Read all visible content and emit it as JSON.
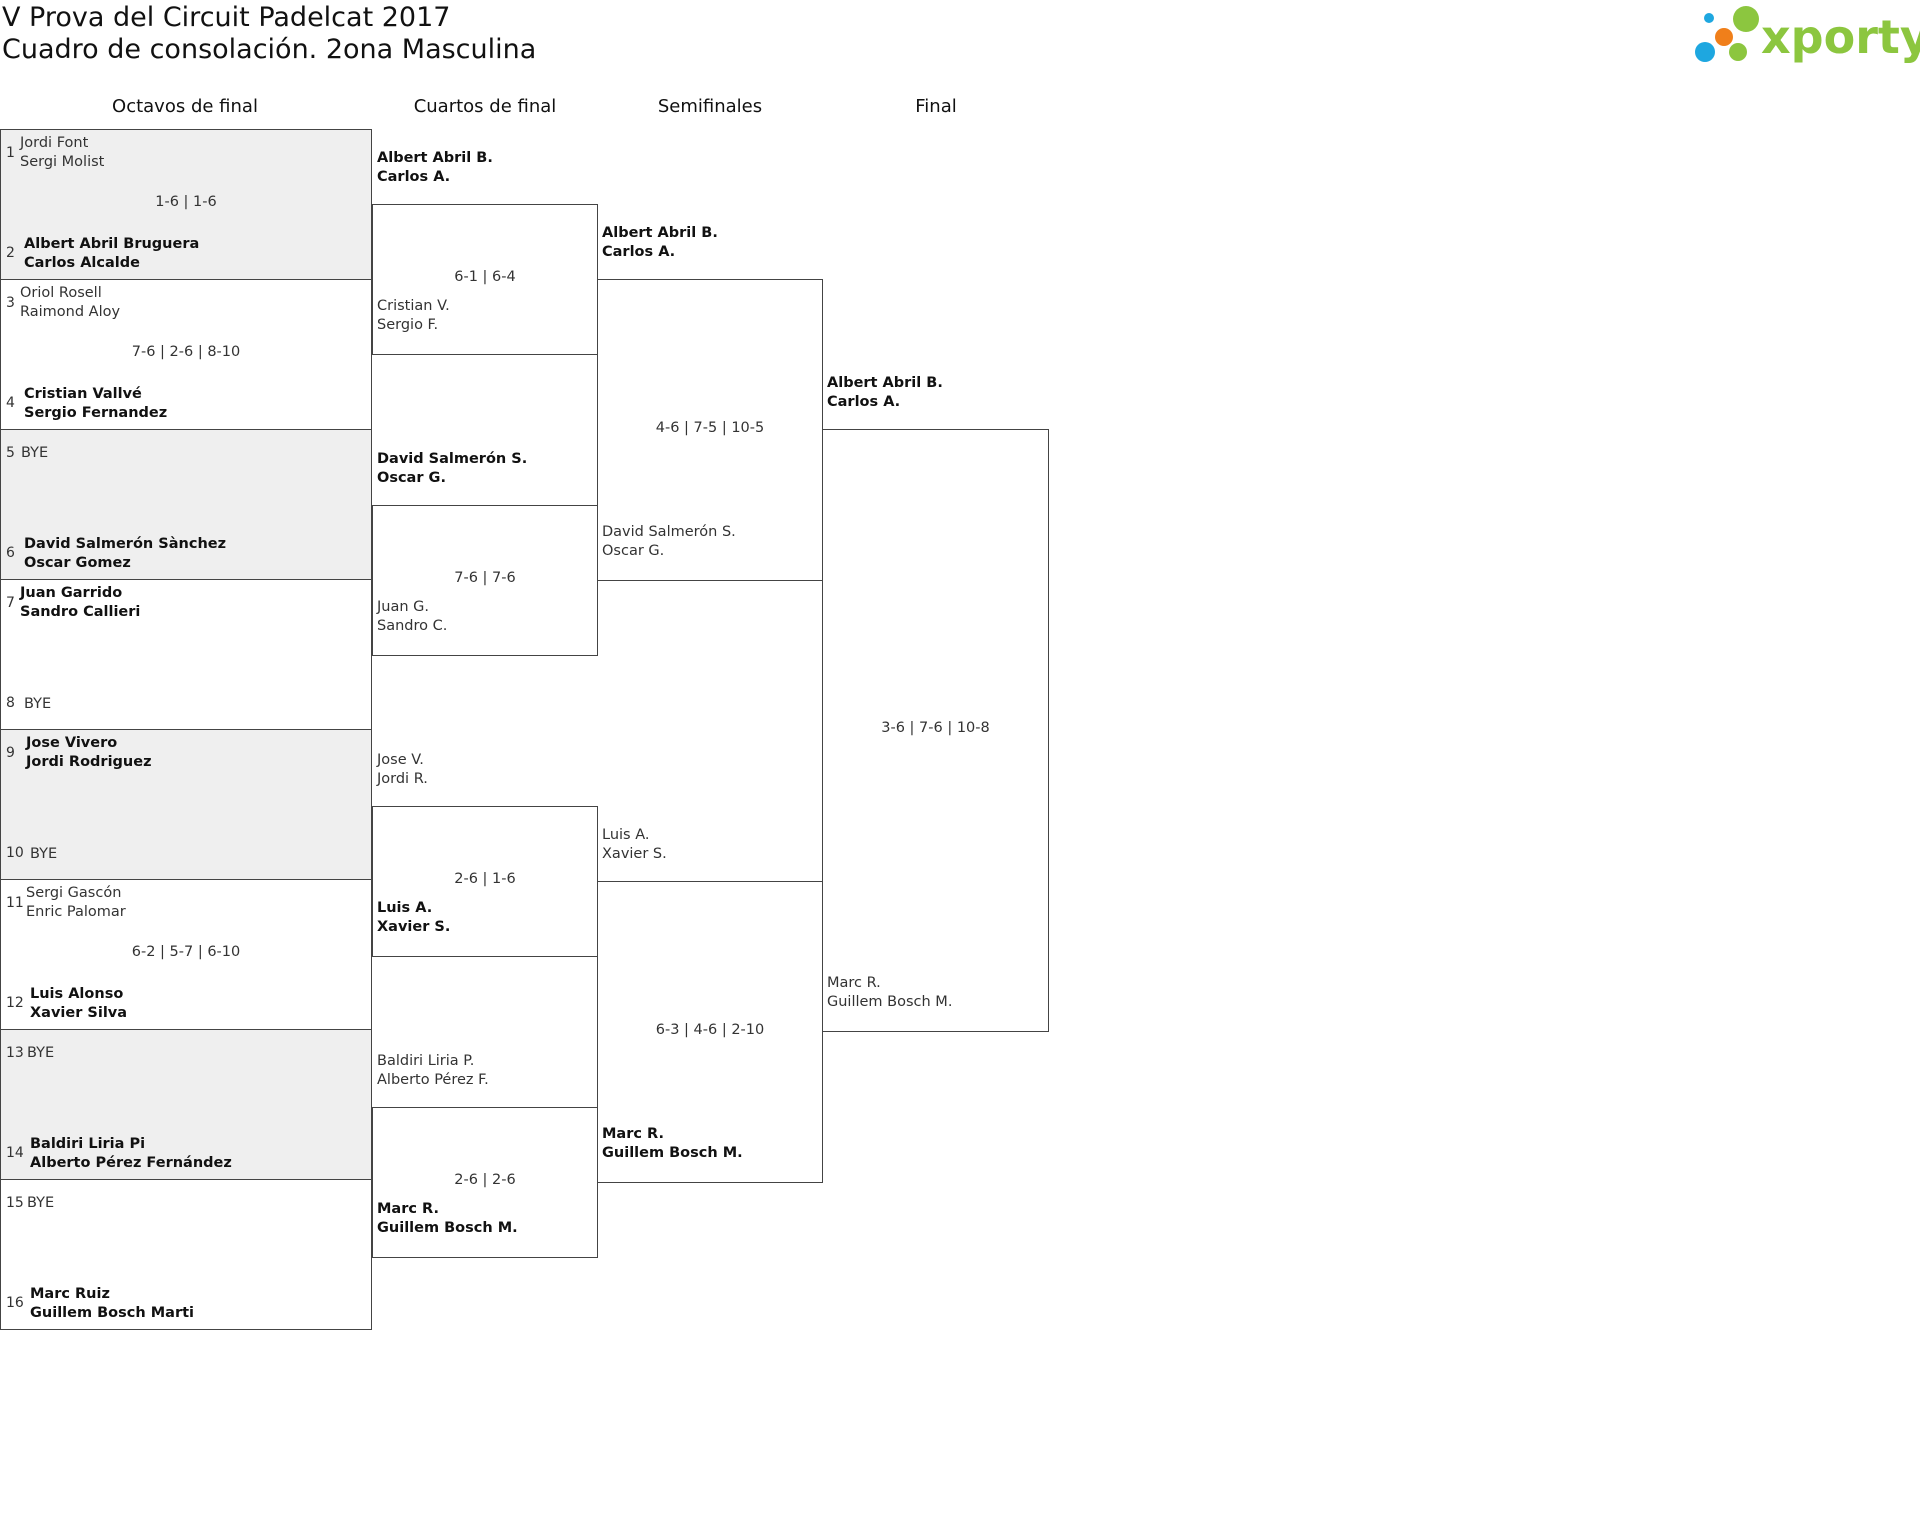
{
  "header": {
    "title_line1": "V Prova del Circuit Padelcat 2017",
    "title_line2": "Cuadro de consolación. 2ona Masculina",
    "logo_text": "xporty"
  },
  "colors": {
    "logo_green": "#8cc63f",
    "logo_orange": "#f07f1a",
    "logo_blue": "#1ea7e0",
    "match_shade": "#efefef",
    "line": "#444444"
  },
  "rounds": {
    "r1": "Octavos de final",
    "r2": "Cuartos de final",
    "r3": "Semifinales",
    "r4": "Final"
  },
  "octavos": [
    {
      "score": "1-6 | 1-6",
      "top": {
        "seed": "1",
        "p1": "Jordi Font",
        "p2": "Sergi Molist"
      },
      "bottom": {
        "seed": "2",
        "p1": "Albert Abril Bruguera",
        "p2": "Carlos Alcalde"
      }
    },
    {
      "score": "7-6 | 2-6 | 8-10",
      "top": {
        "seed": "3",
        "p1": "Oriol Rosell",
        "p2": "Raimond Aloy"
      },
      "bottom": {
        "seed": "4",
        "p1": "Cristian Vallvé",
        "p2": "Sergio Fernandez"
      }
    },
    {
      "score": "",
      "top": {
        "seed": "5",
        "p1": "BYE",
        "p2": ""
      },
      "bottom": {
        "seed": "6",
        "p1": "David Salmerón Sànchez",
        "p2": "Oscar Gomez"
      }
    },
    {
      "score": "",
      "top": {
        "seed": "7",
        "p1": "Juan Garrido",
        "p2": "Sandro Callieri"
      },
      "bottom": {
        "seed": "8",
        "p1": "BYE",
        "p2": ""
      }
    },
    {
      "score": "",
      "top": {
        "seed": "9",
        "p1": "Jose Vivero",
        "p2": "Jordi Rodriguez"
      },
      "bottom": {
        "seed": "10",
        "p1": "BYE",
        "p2": ""
      }
    },
    {
      "score": "6-2 | 5-7 | 6-10",
      "top": {
        "seed": "11",
        "p1": "Sergi Gascón",
        "p2": "Enric Palomar"
      },
      "bottom": {
        "seed": "12",
        "p1": "Luis Alonso",
        "p2": "Xavier Silva"
      }
    },
    {
      "score": "",
      "top": {
        "seed": "13",
        "p1": "BYE",
        "p2": ""
      },
      "bottom": {
        "seed": "14",
        "p1": "Baldiri Liria Pi",
        "p2": "Alberto Pérez Fernández"
      }
    },
    {
      "score": "",
      "top": {
        "seed": "15",
        "p1": "BYE",
        "p2": ""
      },
      "bottom": {
        "seed": "16",
        "p1": "Marc Ruiz",
        "p2": "Guillem Bosch Marti"
      }
    }
  ],
  "cuartos": [
    {
      "score": "6-1 | 6-4",
      "top": {
        "p1": "Albert Abril B.",
        "p2": "Carlos A."
      },
      "bottom": {
        "p1": "Cristian V.",
        "p2": "Sergio F."
      }
    },
    {
      "score": "7-6 | 7-6",
      "top": {
        "p1": "David Salmerón S.",
        "p2": "Oscar G."
      },
      "bottom": {
        "p1": "Juan G.",
        "p2": "Sandro C."
      }
    },
    {
      "score": "2-6 | 1-6",
      "top": {
        "p1": "Jose V.",
        "p2": "Jordi R."
      },
      "bottom": {
        "p1": "Luis A.",
        "p2": "Xavier S."
      }
    },
    {
      "score": "2-6 | 2-6",
      "top": {
        "p1": "Baldiri Liria P.",
        "p2": "Alberto Pérez F."
      },
      "bottom": {
        "p1": "Marc R.",
        "p2": "Guillem Bosch M."
      }
    }
  ],
  "semis": [
    {
      "score": "4-6 | 7-5 | 10-5",
      "top": {
        "p1": "Albert Abril B.",
        "p2": "Carlos A."
      },
      "bottom": {
        "p1": "David Salmerón S.",
        "p2": "Oscar G."
      }
    },
    {
      "score": "6-3 | 4-6 | 2-10",
      "top": {
        "p1": "Luis A.",
        "p2": "Xavier S."
      },
      "bottom": {
        "p1": "Marc R.",
        "p2": "Guillem Bosch M."
      }
    }
  ],
  "final": [
    {
      "score": "3-6 | 7-6 | 10-8",
      "top": {
        "p1": "Albert Abril B.",
        "p2": "Carlos A."
      },
      "bottom": {
        "p1": "Marc R.",
        "p2": "Guillem Bosch M."
      }
    }
  ]
}
